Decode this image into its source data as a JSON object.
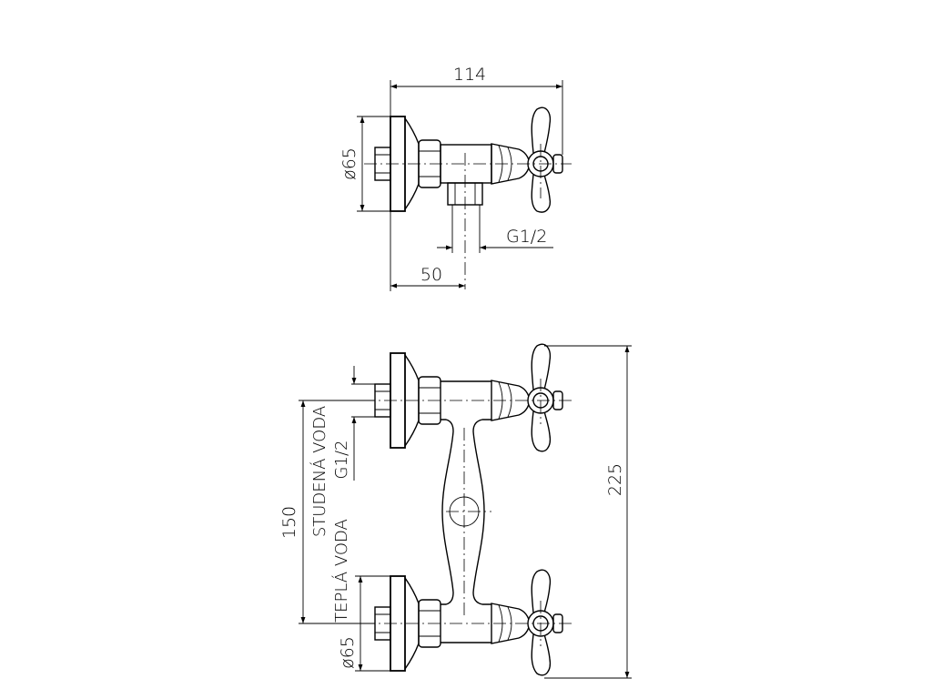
{
  "top_view": {
    "dim_width": "114",
    "dim_diameter": "ø65",
    "dim_thread": "G1/2",
    "dim_offset": "50"
  },
  "front_view": {
    "dim_spacing": "150",
    "dim_height": "225",
    "dim_diameter": "ø65",
    "label_cold_water": "STUDENÁ VODA",
    "label_cold_thread": "G1/2",
    "label_hot_water": "TEPLÁ VODA"
  }
}
